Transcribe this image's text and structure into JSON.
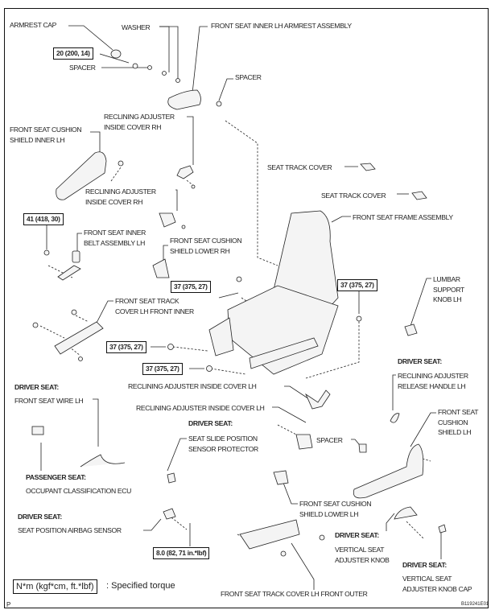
{
  "labels": {
    "armrest_cap": "ARMREST CAP",
    "washer": "WASHER",
    "armrest_assembly": "FRONT SEAT INNER LH ARMREST ASSEMBLY",
    "spacer_1": "SPACER",
    "spacer_2": "SPACER",
    "recl_rh_1": [
      "RECLINING ADJUSTER",
      "INSIDE COVER RH"
    ],
    "cushion_shield_inner_lh": [
      "FRONT SEAT CUSHION",
      "SHIELD INNER LH"
    ],
    "seat_track_cover_1": "SEAT TRACK COVER",
    "recl_rh_2": [
      "RECLINING ADJUSTER",
      "INSIDE COVER RH"
    ],
    "seat_track_cover_2": "SEAT TRACK COVER",
    "frame_assembly": "FRONT SEAT FRAME ASSEMBLY",
    "inner_belt": [
      "FRONT SEAT INNER",
      "BELT ASSEMBLY LH"
    ],
    "shield_lower_rh": [
      "FRONT SEAT CUSHION",
      "SHIELD LOWER RH"
    ],
    "lumbar_knob": [
      "LUMBAR",
      "SUPPORT",
      "KNOB LH"
    ],
    "track_cover_inner": [
      "FRONT SEAT TRACK",
      "COVER LH FRONT INNER"
    ],
    "driver_seat_1": "DRIVER SEAT:",
    "release_handle": [
      "RECLINING ADJUSTER",
      "RELEASE HANDLE LH"
    ],
    "recl_lh_1": "RECLINING ADJUSTER INSIDE COVER LH",
    "driver_seat_2": "DRIVER SEAT:",
    "seat_wire": "FRONT SEAT WIRE LH",
    "recl_lh_2": "RECLINING ADJUSTER INSIDE COVER LH",
    "cushion_shield_lh": [
      "FRONT SEAT",
      "CUSHION",
      "SHIELD LH"
    ],
    "driver_seat_3": "DRIVER SEAT:",
    "slide_sensor": [
      "SEAT SLIDE POSITION",
      "SENSOR PROTECTOR"
    ],
    "spacer_3": "SPACER",
    "passenger_seat": "PASSENGER SEAT:",
    "occupant_ecu": "OCCUPANT CLASSIFICATION ECU",
    "shield_lower_lh": [
      "FRONT SEAT CUSHION",
      "SHIELD LOWER LH"
    ],
    "driver_seat_4": "DRIVER SEAT:",
    "airbag_sensor": "SEAT POSITION AIRBAG SENSOR",
    "driver_seat_5": "DRIVER SEAT:",
    "vertical_knob": [
      "VERTICAL SEAT",
      "ADJUSTER KNOB"
    ],
    "driver_seat_6": "DRIVER SEAT:",
    "vertical_knob_cap": [
      "VERTICAL SEAT",
      "ADJUSTER KNOB CAP"
    ],
    "track_cover_outer": "FRONT SEAT TRACK COVER LH FRONT OUTER"
  },
  "torques": {
    "t20": "20 (200, 14)",
    "t41": "41 (418, 30)",
    "t37_a": "37 (375, 27)",
    "t37_b": "37 (375, 27)",
    "t37_c": "37 (375, 27)",
    "t37_d": "37 (375, 27)",
    "t8": "8.0 (82, 71 in.*lbf)"
  },
  "legend": {
    "unit": "N*m (kgf*cm, ft.*lbf)",
    "meaning": ": Specified torque"
  },
  "footer": {
    "corner_mark": "P",
    "figure_id": "B119241E01"
  }
}
